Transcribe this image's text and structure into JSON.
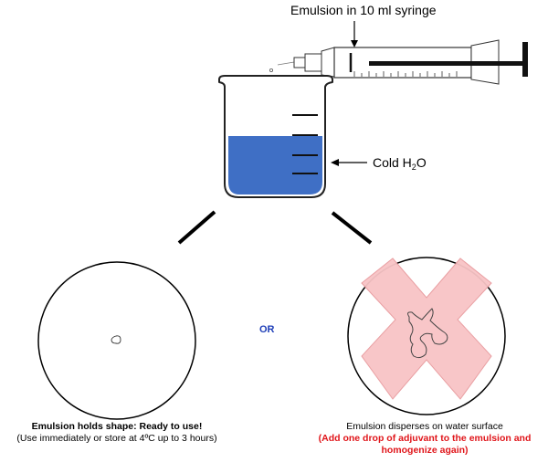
{
  "labels": {
    "syringe": "Emulsion in 10 ml syringe",
    "cold_water_prefix": "Cold H",
    "cold_water_sub": "2",
    "cold_water_suffix": "O",
    "or": "OR"
  },
  "outcomes": {
    "left": {
      "title": "Emulsion holds shape: Ready to use!",
      "note": "(Use immediately or store at 4ºC up to 3 hours)"
    },
    "right": {
      "title": "Emulsion disperses on water surface",
      "note": "(Add one drop of adjuvant to the emulsion and homogenize again)"
    }
  },
  "colors": {
    "water": "#3f6fc5",
    "or_text": "#1f3fb8",
    "warning_text": "#e0151a",
    "cross_fill": "#f8c4c6",
    "cross_stroke": "#e89a9e"
  }
}
